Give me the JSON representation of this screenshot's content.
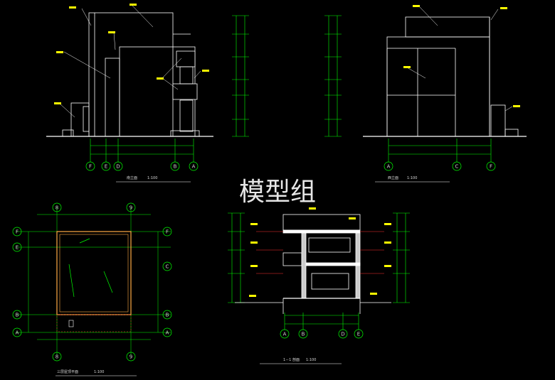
{
  "watermark": "模型组",
  "views": {
    "south_elevation": {
      "title": "南立面",
      "scale": "1:100",
      "axes": [
        "F",
        "E",
        "D",
        "B",
        "A"
      ]
    },
    "west_elevation": {
      "title": "西立面",
      "scale": "1:100",
      "axes": [
        "A",
        "C",
        "F"
      ]
    },
    "roof_plan": {
      "title": "三层屋顶平面",
      "scale": "1:100",
      "top_axes": [
        "8",
        "9"
      ],
      "bottom_axes": [
        "8",
        "9"
      ],
      "left_axes": [
        "F",
        "E",
        "B",
        "A"
      ],
      "right_axes": [
        "F",
        "C",
        "B",
        "A"
      ]
    },
    "section_1_1": {
      "title": "1－1 剖面",
      "scale": "1:100",
      "axes": [
        "A",
        "B",
        "D",
        "E"
      ]
    }
  },
  "colors": {
    "line": "#ffffff",
    "dimension": "#00ff00",
    "leader_text": "#ffff00",
    "roof_outline": "#ffaa44",
    "axis_red": "#ff3333",
    "grid": "#55ff55"
  }
}
